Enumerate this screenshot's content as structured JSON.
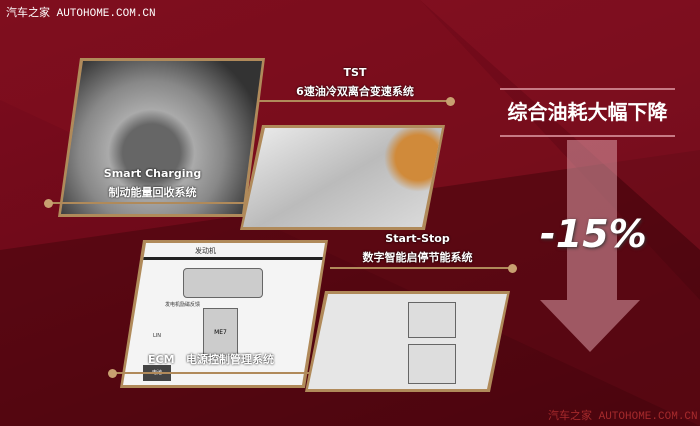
{
  "watermark": {
    "top": "汽车之家  AUTOHOME.COM.CN",
    "bottom": "汽车之家  AUTOHOME.COM.CN"
  },
  "headline": "综合油耗大幅下降",
  "reduction": "-15%",
  "features": [
    {
      "name": "TST",
      "desc": "6速油冷双离合变速系统"
    },
    {
      "name": "Smart Charging",
      "desc": "制动能量回收系统"
    },
    {
      "name": "Start-Stop",
      "desc": "数字智能启停节能系统"
    },
    {
      "name": "ECM",
      "desc": "电源控制管理系统"
    }
  ],
  "diagram": {
    "engine": "发动机",
    "ecu": "ME7",
    "lin": "LIN",
    "battery": "电池",
    "generator": "发电机励磁反馈"
  },
  "colors": {
    "background": "#6e0a19",
    "accent": "#b08a5a"
  }
}
